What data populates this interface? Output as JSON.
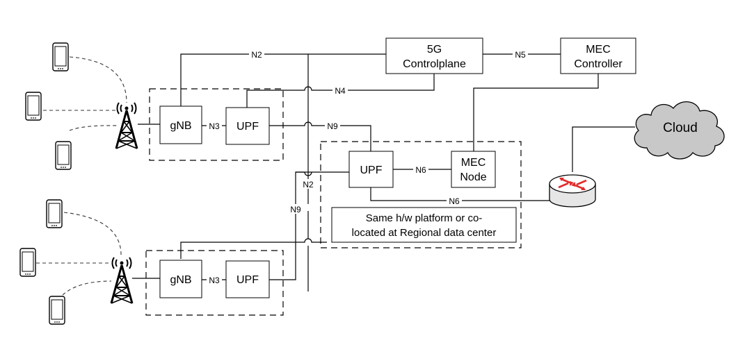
{
  "nodes": {
    "controlplane": [
      "5G",
      "Controlplane"
    ],
    "mec_controller": [
      "MEC",
      "Controller"
    ],
    "gnb_top": "gNB",
    "upf_top": "UPF",
    "upf_regional": "UPF",
    "mec_node": [
      "MEC",
      "Node"
    ],
    "gnb_bottom": "gNB",
    "upf_bottom": "UPF",
    "cloud": "Cloud",
    "regional_note": [
      "Same h/w platform or co-",
      "located at Regional data center"
    ]
  },
  "links": {
    "n2_top": "N2",
    "n5": "N5",
    "n4": "N4",
    "n3_top": "N3",
    "n9_top": "N9",
    "n6_mec": "N6",
    "n6_router": "N6",
    "n2_bottom": "N2",
    "n9_bottom": "N9",
    "n3_bottom": "N3"
  },
  "icons": {
    "phone": "smartphone-icon",
    "tower": "cell-tower-icon",
    "router": "router-icon",
    "cloud": "cloud-icon"
  },
  "colors": {
    "line": "#000000",
    "cloud_fill": "#c8c8c8",
    "router_arrows": "#e32b2b"
  }
}
